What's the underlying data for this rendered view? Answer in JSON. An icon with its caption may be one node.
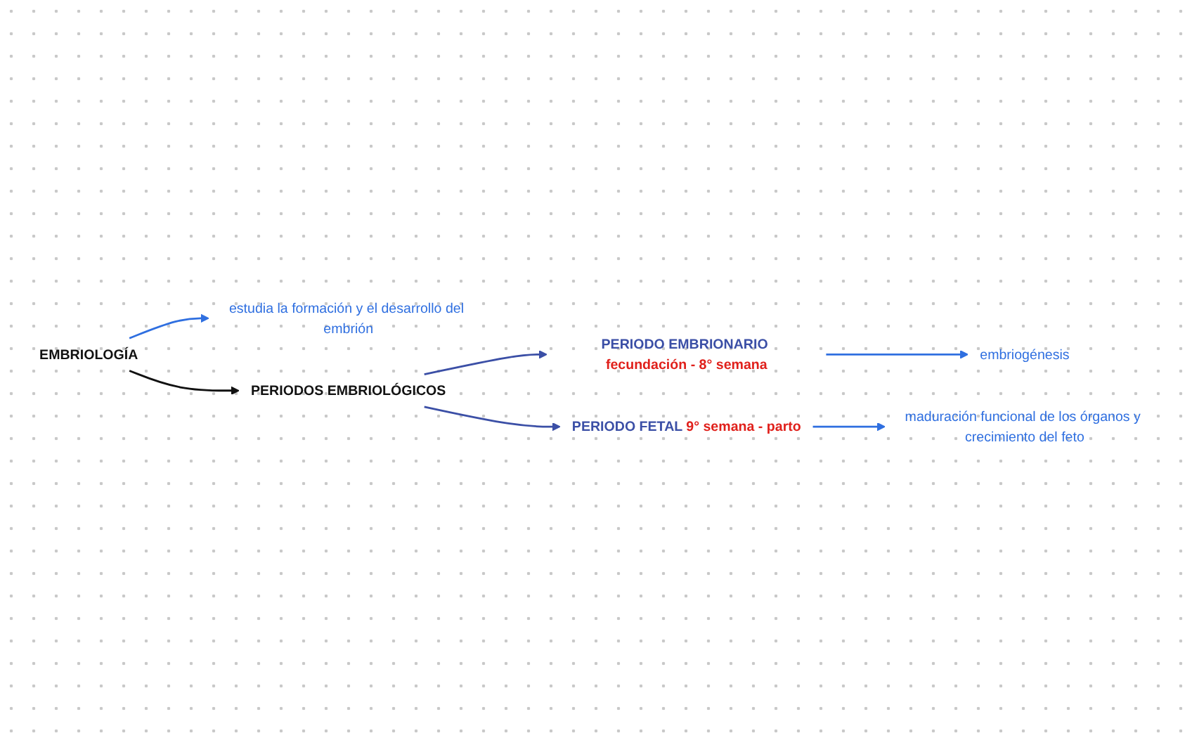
{
  "diagram": {
    "nodes": [
      {
        "text": [
          "EMBRIOLOGÍA"
        ]
      },
      {
        "text": [
          "estudia la formación y el desarrollo del embrión"
        ]
      },
      {
        "text": [
          "PERIODOS EMBRIOLÓGICOS"
        ]
      },
      {
        "text": [
          "PERIODO EMBRIONARIO"
        ],
        "beside": [
          "fecundación - 8° semana"
        ]
      },
      {
        "text": [
          "embriogénesis"
        ]
      },
      {
        "text": [
          "PERIODO FETAL"
        ],
        "beside": [
          "9° semana - parto"
        ]
      },
      {
        "text": [
          "maduración funcional de los órganos y crecimiento del feto"
        ]
      }
    ],
    "edges": [
      {
        "from": 0,
        "to": 1,
        "arrow": "to"
      },
      {
        "from": 0,
        "to": 2,
        "arrow": "to",
        "color": "#111111"
      },
      {
        "from": 2,
        "to": 3,
        "arrow": "to",
        "color": "#3b4fa6"
      },
      {
        "from": 2,
        "to": 5,
        "arrow": "to",
        "color": "#3b4fa6"
      },
      {
        "from": 3,
        "to": 4,
        "arrow": "to"
      },
      {
        "from": 5,
        "to": 6,
        "arrow": "to"
      }
    ]
  }
}
